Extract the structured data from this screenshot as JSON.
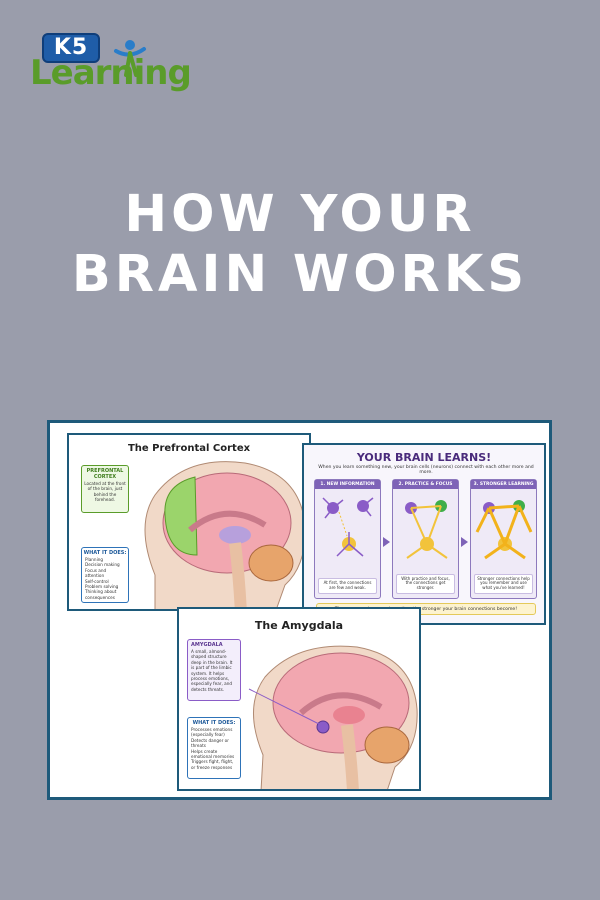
{
  "logo": {
    "badge": "K5",
    "word": "Learning"
  },
  "title": {
    "line1": "HOW YOUR",
    "line2": "BRAIN WORKS"
  },
  "prefrontal": {
    "title": "The Prefrontal Cortex",
    "label_title": "PREFRONTAL CORTEX",
    "label_text": "Located at the front of the brain, just behind the forehead.",
    "does_title": "WHAT IT DOES:",
    "does_items": [
      "Planning",
      "Decision making",
      "Focus and attention",
      "Self-control",
      "Problem solving",
      "Thinking about consequences"
    ]
  },
  "learns": {
    "title": "YOUR BRAIN LEARNS!",
    "subtitle": "When you learn something new, your brain cells (neurons) connect with each other more and more.",
    "steps": [
      {
        "head": "1. NEW INFORMATION",
        "text": "At first, the connections are few and weak."
      },
      {
        "head": "2. PRACTICE & FOCUS",
        "text": "With practice and focus, the connections get stronger."
      },
      {
        "head": "3. STRONGER LEARNING",
        "text": "Stronger connections help you remember and use what you've learned!"
      }
    ],
    "footer": "The more you learn and practice, the stronger your brain connections become!"
  },
  "amygdala": {
    "title": "The Amygdala",
    "label_title": "AMYGDALA",
    "label_text": "A small, almond-shaped structure deep in the brain. It is part of the limbic system. It helps process emotions, especially fear, and detects threats.",
    "does_title": "WHAT IT DOES:",
    "does_items": [
      "Processes emotions (especially fear)",
      "Detects danger or threats",
      "Helps create emotional memories",
      "Triggers fight, flight, or freeze responses"
    ]
  }
}
